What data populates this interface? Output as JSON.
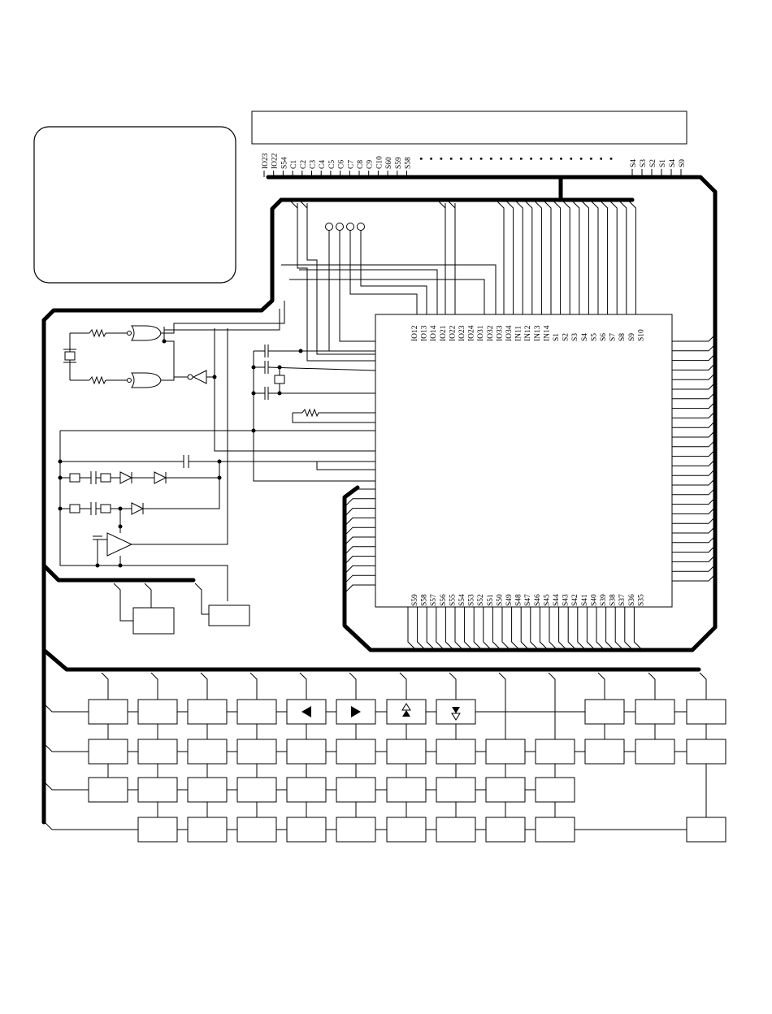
{
  "connector_top": {
    "pins_left": [
      "IO23",
      "IO22",
      "S54",
      "C1",
      "C2",
      "C3",
      "C4",
      "C5",
      "C6",
      "C7",
      "C8",
      "C9",
      "C10",
      "S60",
      "S59",
      "S58"
    ],
    "pins_right": [
      "S4",
      "S3",
      "S2",
      "S1",
      "S4",
      "S9"
    ]
  },
  "chip": {
    "top_pins": [
      "IO12",
      "IO13",
      "IO14",
      "IO21",
      "IO22",
      "IO23",
      "IO24",
      "IO31",
      "IO32",
      "IO33",
      "IO34",
      "IN11",
      "IN12",
      "IN13",
      "IN14",
      "S1",
      "S2",
      "S3",
      "S4",
      "S5",
      "S6",
      "S7",
      "S8",
      "S9",
      "S10"
    ],
    "bottom_pins": [
      "S59",
      "S58",
      "S57",
      "S56",
      "S55",
      "S54",
      "S53",
      "S52",
      "S51",
      "S50",
      "S49",
      "S48",
      "S47",
      "S46",
      "S45",
      "S44",
      "S43",
      "S42",
      "S41",
      "S40",
      "S39",
      "S38",
      "S37",
      "S36",
      "S35"
    ]
  },
  "colors": {
    "ink": "#000000",
    "paper": "#ffffff"
  },
  "icons": {
    "keypad_row1_col5": "triangle-left-icon",
    "keypad_row1_col6": "triangle-right-icon",
    "keypad_row1_col7": "double-triangle-up-icon",
    "keypad_row1_col8": "double-triangle-down-icon"
  }
}
